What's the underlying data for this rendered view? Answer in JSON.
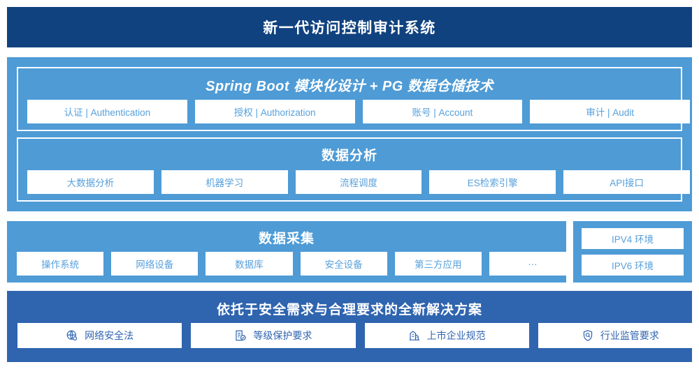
{
  "header": {
    "title": "新一代访问控制审计系统"
  },
  "colors": {
    "header_bg": "#10427F",
    "panel_light": "#4E9BD6",
    "panel_deep": "#2F64AF",
    "chip_bg": "#FFFFFF",
    "chip_text_light": "#57A0DB",
    "chip_text_deep": "#2F64AF"
  },
  "platform": {
    "spring": {
      "title": "Spring Boot 模块化设计 + PG 数据仓储技术",
      "chips": [
        {
          "label": "认证 | Authentication"
        },
        {
          "label": "授权 | Authorization"
        },
        {
          "label": "账号 | Account"
        },
        {
          "label": "审计 | Audit"
        }
      ]
    },
    "analytics": {
      "title": "数据分析",
      "chips": [
        {
          "label": "大数据分析"
        },
        {
          "label": "机器学习"
        },
        {
          "label": "流程调度"
        },
        {
          "label": "ES检索引擎"
        },
        {
          "label": "API接口"
        }
      ]
    }
  },
  "collect": {
    "title": "数据采集",
    "chips": [
      {
        "label": "操作系统"
      },
      {
        "label": "网络设备"
      },
      {
        "label": "数据库"
      },
      {
        "label": "安全设备"
      },
      {
        "label": "第三方应用"
      },
      {
        "label": "···"
      }
    ]
  },
  "ipv": {
    "items": [
      {
        "label": "IPV4 环境"
      },
      {
        "label": "IPV6 环境"
      }
    ]
  },
  "solution": {
    "title": "依托于安全需求与合理要求的全新解决方案",
    "chips": [
      {
        "label": "网络安全法",
        "icon": "globe-icon"
      },
      {
        "label": "等级保护要求",
        "icon": "document-check-icon"
      },
      {
        "label": "上市企业规范",
        "icon": "bank-building-icon"
      },
      {
        "label": "行业监管要求",
        "icon": "shield-search-icon"
      }
    ]
  }
}
